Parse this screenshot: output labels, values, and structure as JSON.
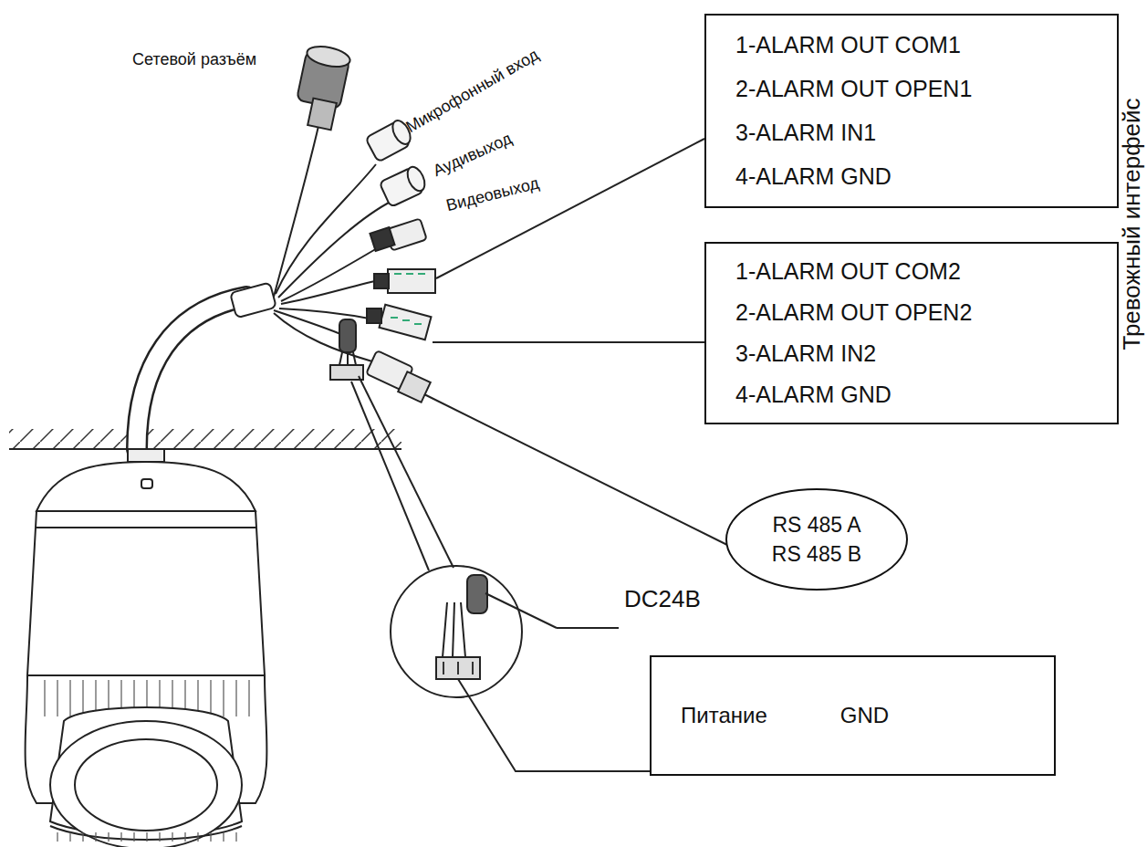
{
  "diagram": {
    "nodes": [
      {
        "text": [
          "1-ALARM OUT COM1",
          "2-ALARM OUT OPEN1",
          "3-ALARM IN1",
          "4-ALARM GND"
        ]
      },
      {
        "text": [
          "1-ALARM OUT COM2",
          "2-ALARM OUT OPEN2",
          "3-ALARM IN2",
          "4-ALARM GND"
        ]
      },
      {
        "text": [
          "RS 485 A",
          "RS 485 B"
        ]
      },
      {
        "text": [
          "Питание",
          "GND"
        ]
      }
    ],
    "labels": [
      "Сетевой разъём",
      "Микрофонный вход",
      "Аудивыход",
      "Видеовыход",
      "Тревожный интерфейс",
      "DC24В"
    ]
  }
}
